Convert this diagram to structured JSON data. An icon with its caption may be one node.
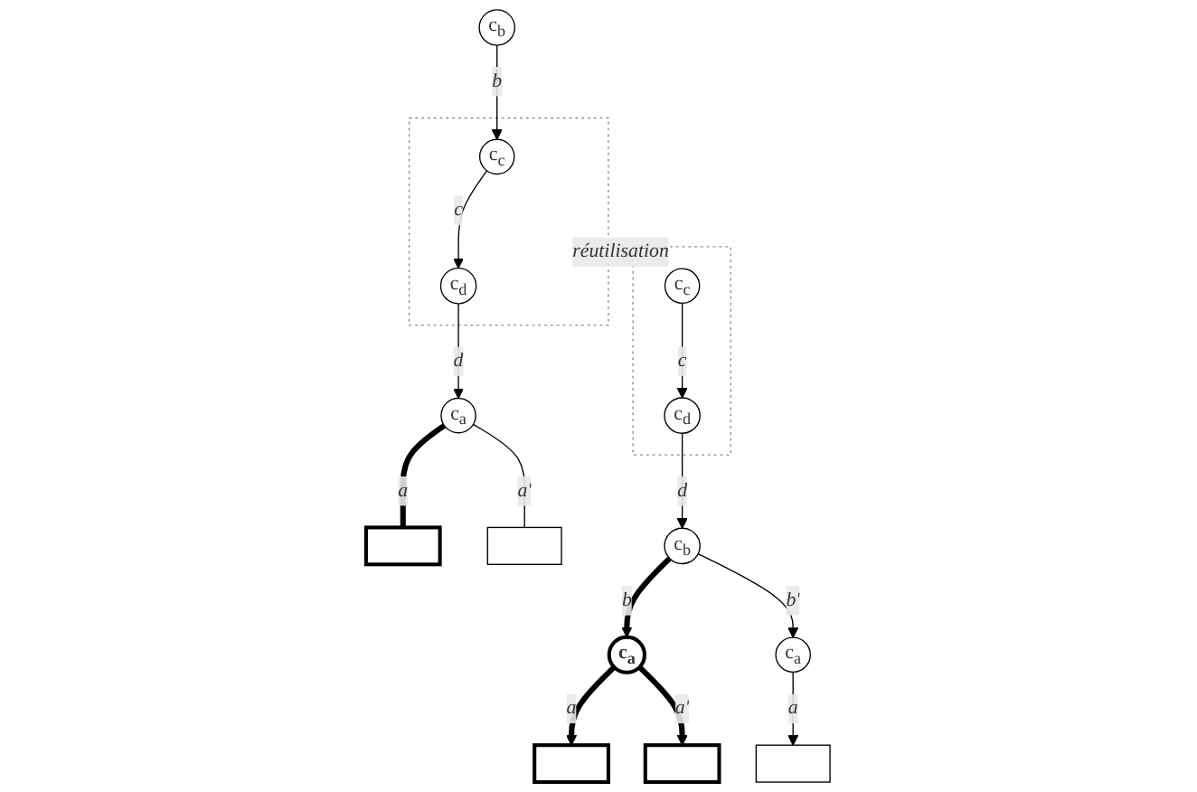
{
  "diagram": {
    "nodes": [
      {
        "text": [
          "c$_{b}$"
        ]
      },
      {
        "text": [],
        "shape": "box"
      },
      {
        "text": [
          "c$_{c}$"
        ],
        "in": 1
      },
      {
        "text": [
          "c$_{d}$"
        ],
        "in": 1
      },
      {
        "text": [
          "c$_{a}$"
        ]
      },
      {
        "text": [],
        "shape": "box"
      },
      {
        "text": [],
        "shape": "box"
      },
      {
        "text": [],
        "shape": "box"
      },
      {
        "text": [
          "c$_{c}$"
        ],
        "in": 7
      },
      {
        "text": [
          "c$_{d}$"
        ],
        "in": 7
      },
      {
        "text": [
          "c$_{b}$"
        ]
      },
      {
        "text": [
          "c$_{a}$"
        ]
      },
      {
        "text": [
          "c$_{a}$"
        ]
      },
      {
        "text": [],
        "shape": "box"
      },
      {
        "text": [],
        "shape": "box"
      },
      {
        "text": [],
        "shape": "box"
      }
    ],
    "edges": [
      {
        "from": 0,
        "to": 2,
        "arrow": "to",
        "label": "b"
      },
      {
        "from": 2,
        "to": 3,
        "arrow": "to",
        "label": "c"
      },
      {
        "from": 3,
        "to": 4,
        "arrow": "to",
        "label": "d"
      },
      {
        "from": 4,
        "to": 5,
        "arrow": "none",
        "label": "a",
        "style": "thick"
      },
      {
        "from": 4,
        "to": 6,
        "arrow": "none",
        "label": "a'"
      },
      {
        "from": 1,
        "to": 7,
        "arrow": "to",
        "label": "réutilisation",
        "style": "dashed",
        "color": "#777777"
      },
      {
        "from": 8,
        "to": 9,
        "arrow": "to",
        "label": "c"
      },
      {
        "from": 9,
        "to": 10,
        "arrow": "to",
        "label": "d"
      },
      {
        "from": 10,
        "to": 11,
        "arrow": "to",
        "label": "b",
        "style": "thick"
      },
      {
        "from": 10,
        "to": 12,
        "arrow": "to",
        "label": "b'"
      },
      {
        "from": 11,
        "to": 13,
        "arrow": "to",
        "label": "a",
        "style": "thick"
      },
      {
        "from": 11,
        "to": 14,
        "arrow": "to",
        "label": "a'",
        "style": "thick"
      },
      {
        "from": 12,
        "to": 15,
        "arrow": "to",
        "label": "a"
      }
    ]
  }
}
